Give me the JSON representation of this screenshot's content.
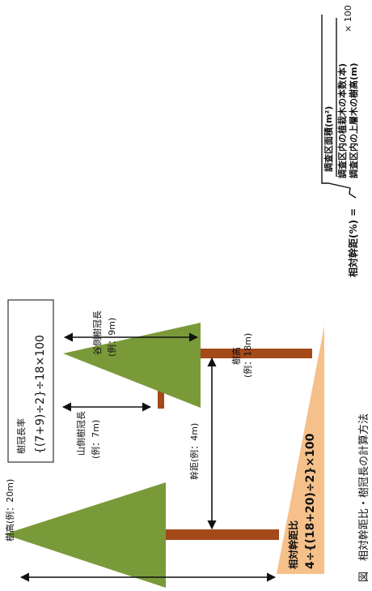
{
  "caption": "図　相対幹距比・樹冠長の計算方法",
  "formula": {
    "lhs": "相対幹距(%) =",
    "numerator": "調査区面積(m²)",
    "denominator_1": "調査区内の植栽木の本数(本)",
    "denominator_2": "調査区内の上層木の樹高(m)",
    "times": "× 100"
  },
  "crown_ratio": {
    "label": "樹冠長率",
    "formula": "{(7+9)÷2}÷18×100"
  },
  "valley_crown": {
    "label": "谷側樹冠長",
    "example": "(例：9m)"
  },
  "mountain_crown": {
    "label": "山側樹冠長",
    "example": "(例：7m)"
  },
  "height_right": {
    "label": "樹高",
    "example": "(例：18m)"
  },
  "height_left": "樹高(例：20m)",
  "spacing": "幹距(例：4m)",
  "relative_spacing": {
    "label": "相対幹距比",
    "formula": "4÷{(18+20)÷2}×100"
  },
  "colors": {
    "crown": "#7a9a3a",
    "trunk": "#a44a1a",
    "slope": "#f6c08a"
  }
}
